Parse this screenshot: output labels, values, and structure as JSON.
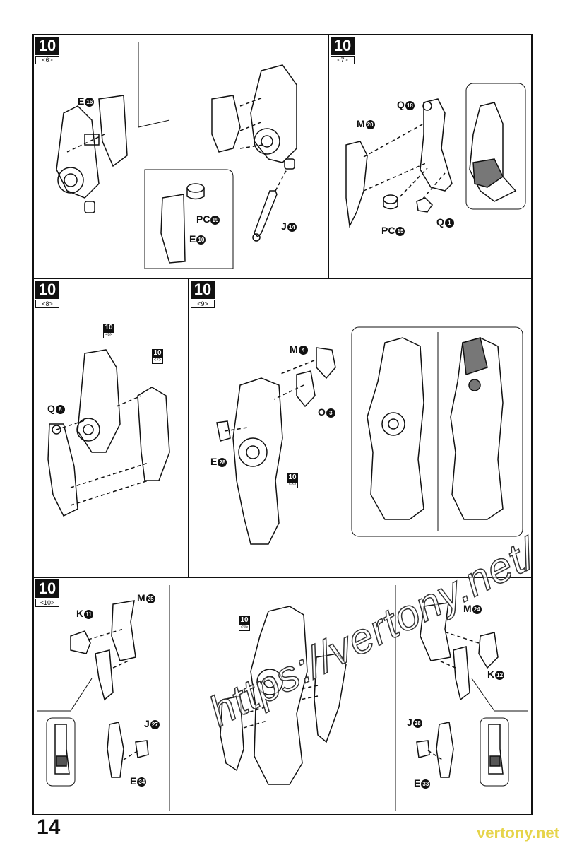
{
  "page_number": "14",
  "watermark": "https://vertony.net/",
  "brand": "vertony.net",
  "steps": {
    "s6": {
      "num": "10",
      "sub": "<6>"
    },
    "s7": {
      "num": "10",
      "sub": "<7>"
    },
    "s8": {
      "num": "10",
      "sub": "<8>"
    },
    "s9": {
      "num": "10",
      "sub": "<9>"
    },
    "s10": {
      "num": "10",
      "sub": "<10>"
    }
  },
  "refs": {
    "r6": {
      "num": "10",
      "sub": "<6>"
    },
    "r7": {
      "num": "10",
      "sub": "<7>"
    },
    "r8": {
      "num": "10",
      "sub": "<8>"
    },
    "r9": {
      "num": "10",
      "sub": "<9>"
    }
  },
  "parts": {
    "E16": {
      "letter": "E",
      "num": "16"
    },
    "PC19": {
      "letter": "PC",
      "num": "19"
    },
    "E10": {
      "letter": "E",
      "num": "10"
    },
    "J14": {
      "letter": "J",
      "num": "14"
    },
    "M20": {
      "letter": "M",
      "num": "20"
    },
    "Q18": {
      "letter": "Q",
      "num": "18"
    },
    "PC15": {
      "letter": "PC",
      "num": "15"
    },
    "Q1": {
      "letter": "Q",
      "num": "1"
    },
    "Q8": {
      "letter": "Q",
      "num": "8"
    },
    "M4": {
      "letter": "M",
      "num": "4"
    },
    "O3": {
      "letter": "O",
      "num": "3"
    },
    "E28": {
      "letter": "E",
      "num": "28"
    },
    "K11": {
      "letter": "K",
      "num": "11"
    },
    "M25": {
      "letter": "M",
      "num": "25"
    },
    "J27": {
      "letter": "J",
      "num": "27"
    },
    "E34": {
      "letter": "E",
      "num": "34"
    },
    "M24": {
      "letter": "M",
      "num": "24"
    },
    "K12": {
      "letter": "K",
      "num": "12"
    },
    "J28": {
      "letter": "J",
      "num": "28"
    },
    "E33": {
      "letter": "E",
      "num": "33"
    }
  }
}
